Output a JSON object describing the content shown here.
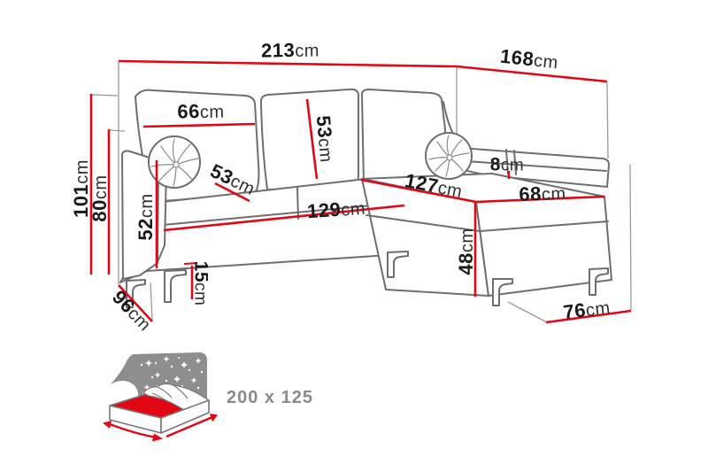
{
  "diagram_title": "corner-sofa-dimension-diagram",
  "dimensions": {
    "total_width": {
      "value": "213",
      "unit": "cm"
    },
    "total_depth": {
      "value": "168",
      "unit": "cm"
    },
    "total_height": {
      "value": "101",
      "unit": "cm"
    },
    "backrest_height": {
      "value": "80",
      "unit": "cm"
    },
    "side_depth": {
      "value": "96",
      "unit": "cm"
    },
    "back_pillow_width": {
      "value": "66",
      "unit": "cm"
    },
    "back_pillow_height": {
      "value": "53",
      "unit": "cm"
    },
    "seat_depth": {
      "value": "53",
      "unit": "cm"
    },
    "armrest_height": {
      "value": "52",
      "unit": "cm"
    },
    "seat_width": {
      "value": "129",
      "unit": "cm"
    },
    "chaise_length": {
      "value": "127",
      "unit": "cm"
    },
    "chaise_width": {
      "value": "68",
      "unit": "cm"
    },
    "chaise_height": {
      "value": "48",
      "unit": "cm"
    },
    "bolster_height": {
      "value": "8",
      "unit": "cm"
    },
    "leg_height": {
      "value": "15",
      "unit": "cm"
    },
    "chaise_base_width": {
      "value": "76",
      "unit": "cm"
    }
  },
  "sleeping_function": {
    "bed_size_label": "200 x 125"
  },
  "colors": {
    "dimension_line": "#e30613",
    "outline_gray": "#6e6e6e",
    "extension_gray": "#9b9b9b",
    "icon_gray": "#8e8e8e",
    "icon_text_gray": "#8a8a8a",
    "label_text": "#1a1a1a",
    "background": "#ffffff"
  }
}
